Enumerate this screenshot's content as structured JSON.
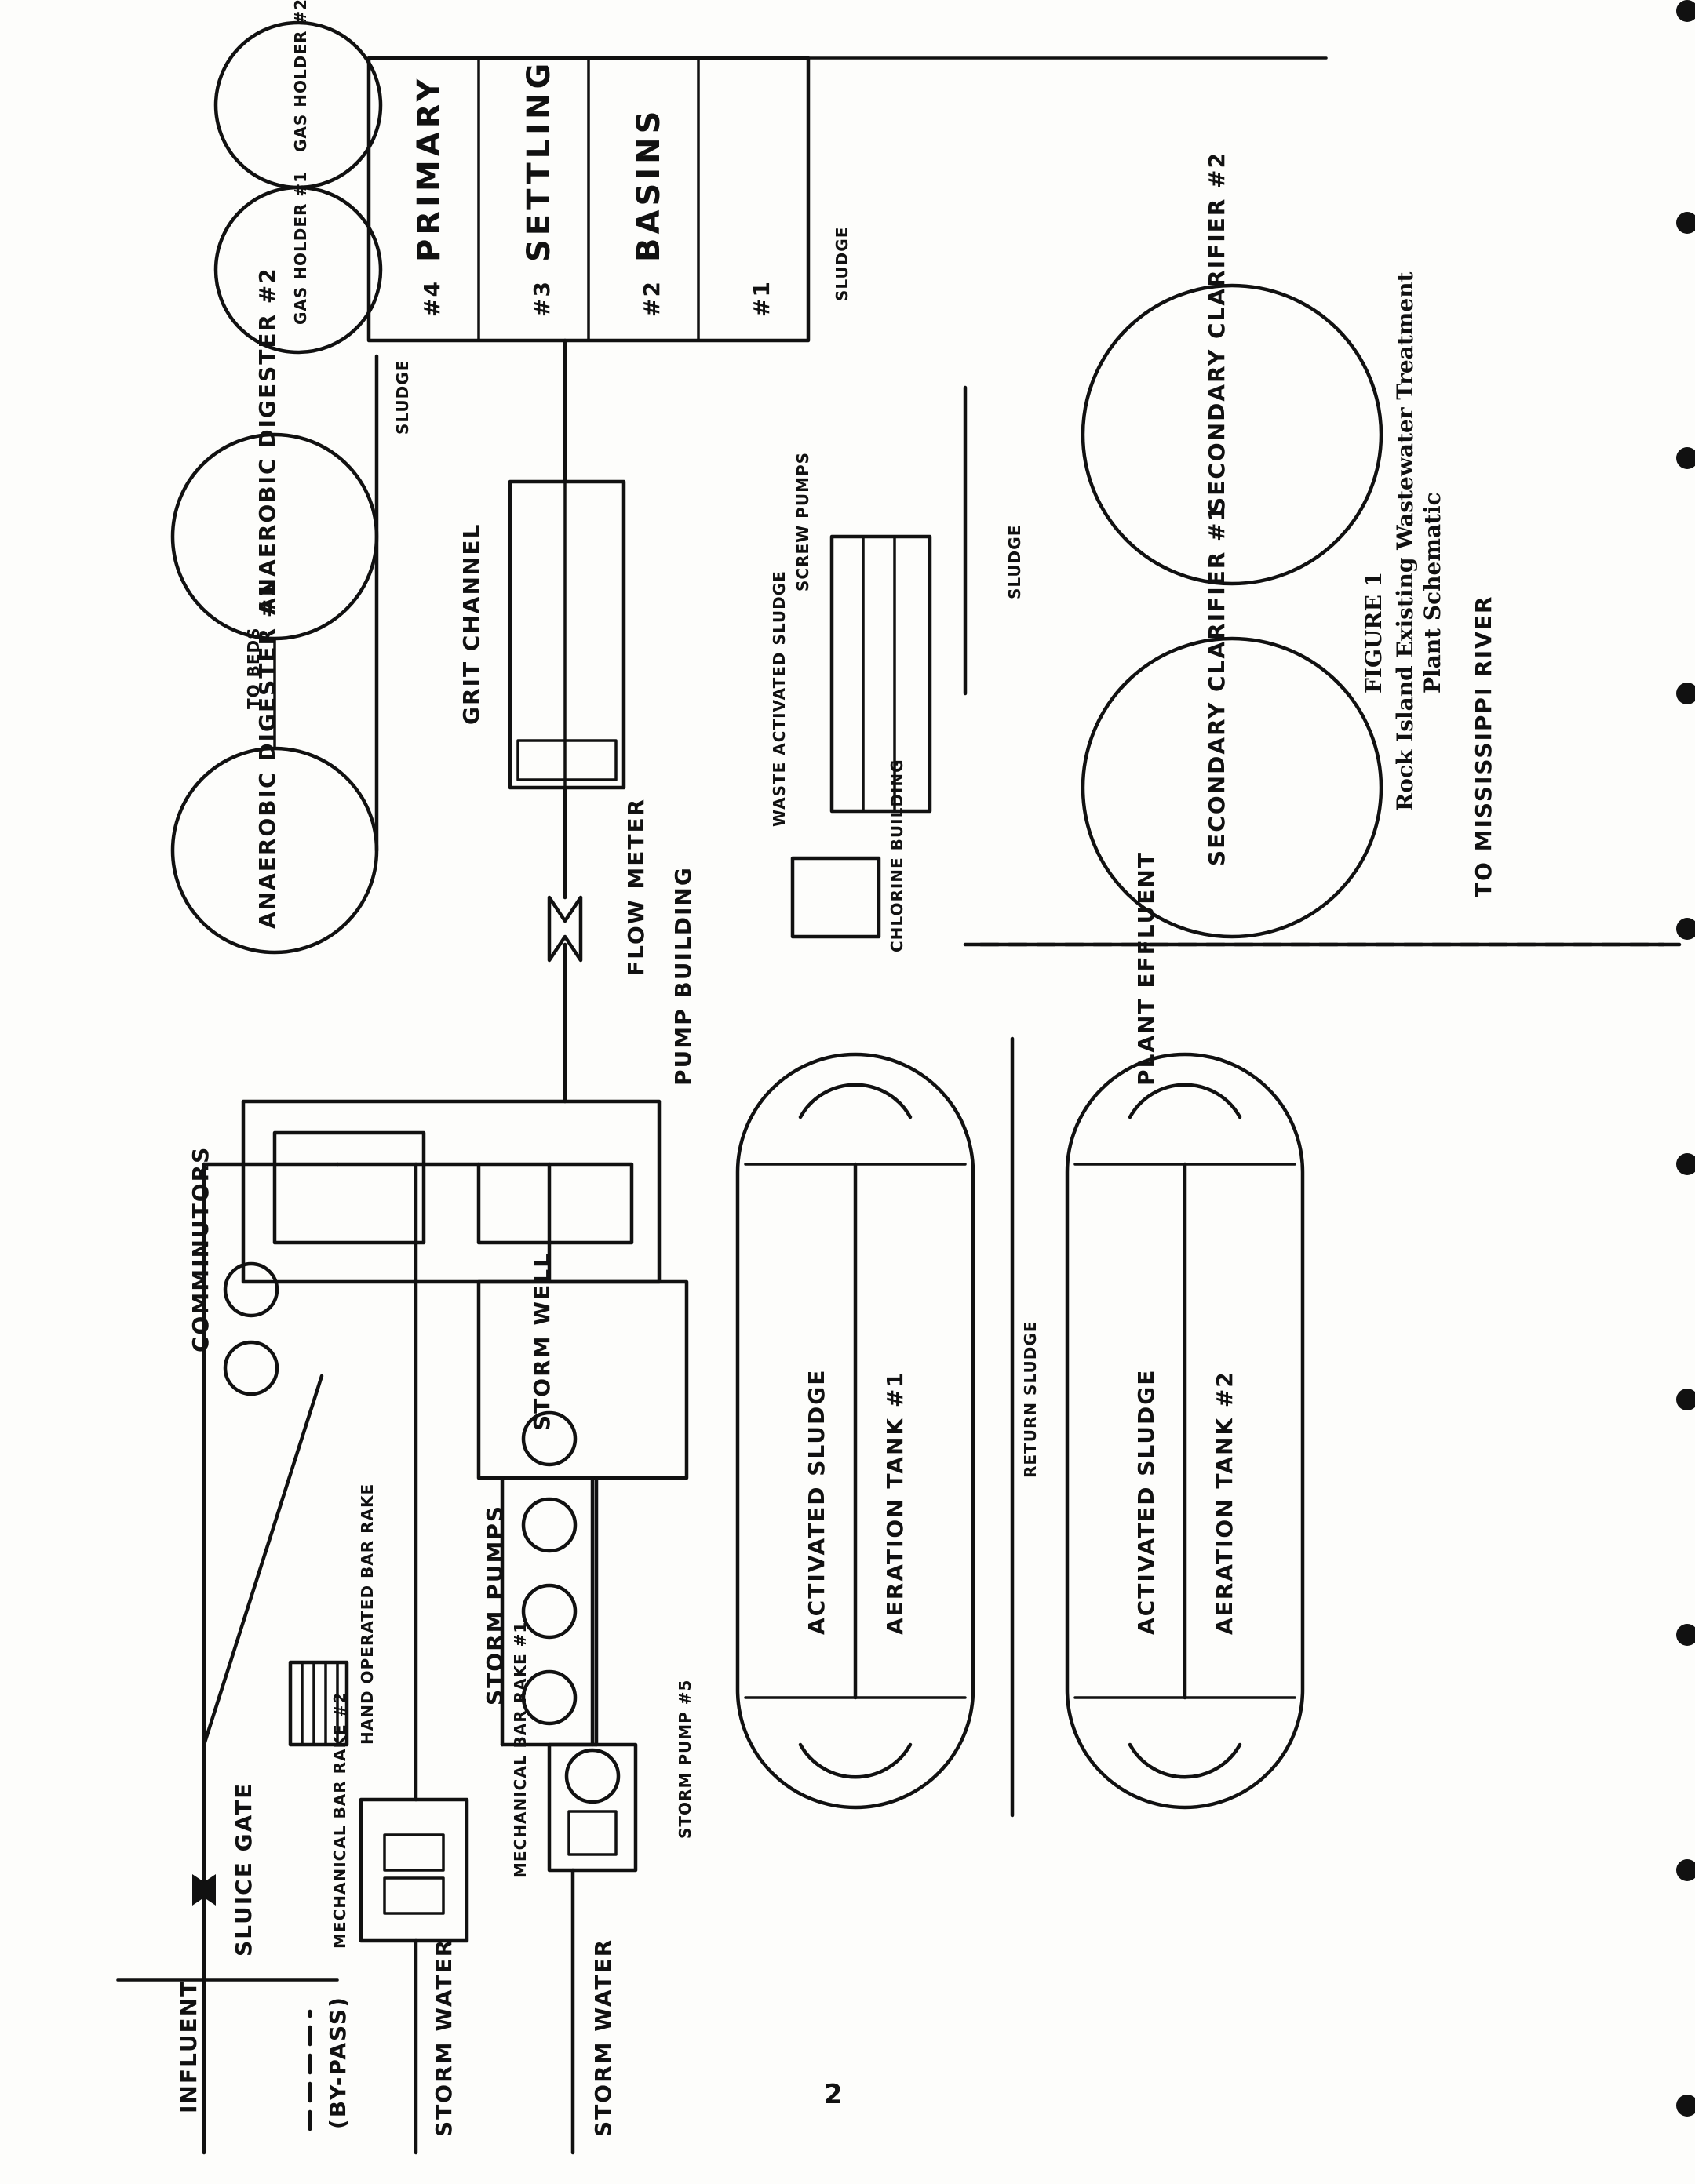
{
  "figure": {
    "number": "FIGURE 1",
    "caption_line1": "Rock Island Existing Wastewater Treatment",
    "caption_line2": "Plant Schematic"
  },
  "page_number": "2",
  "labels": {
    "influent": "INFLUENT",
    "bypass": "(BY-PASS)",
    "sluice_gate": "SLUICE GATE",
    "storm_water_1": "STORM WATER",
    "storm_water_2": "STORM WATER",
    "mech_bar_rake_2": "MECHANICAL BAR RAKE #2",
    "mech_bar_rake_1": "MECHANICAL BAR RAKE #1",
    "storm_pump_5": "STORM PUMP #5",
    "hand_bar_rake": "HAND OPERATED BAR RAKE",
    "comminutors": "COMMINUTORS",
    "storm_pumps": "STORM PUMPS",
    "storm_well": "STORM WELL",
    "pump_building": "PUMP BUILDING",
    "flow_meter": "FLOW METER",
    "grit_channel": "GRIT CHANNEL",
    "digester_1": "ANAEROBIC DIGESTER #1",
    "digester_2": "ANAEROBIC DIGESTER #2",
    "to_beds": "TO BEDS",
    "sludge_1": "SLUDGE",
    "sludge_2": "SLUDGE",
    "sludge_3": "SLUDGE",
    "gas_holder_1": "GAS HOLDER #1",
    "gas_holder_2": "GAS HOLDER #2",
    "primary": "PRIMARY",
    "settling": "SETTLING",
    "basins": "BASINS",
    "basin_4": "#4",
    "basin_3": "#3",
    "basin_2": "#2",
    "basin_1": "#1",
    "chlorine_building": "CHLORINE BUILDING",
    "waste_activated_sludge": "WASTE ACTIVATED SLUDGE",
    "screw_pumps": "SCREW PUMPS",
    "secondary_clarifier_1": "SECONDARY CLARIFIER #1",
    "secondary_clarifier_2": "SECONDARY CLARIFIER #2",
    "plant_effluent": "PLANT EFFLUENT",
    "to_river": "TO MISSISSIPPI RIVER",
    "return_sludge": "RETURN SLUDGE",
    "activated_sludge_1": "ACTIVATED SLUDGE",
    "aeration_tank_1": "AERATION TANK #1",
    "activated_sludge_2": "ACTIVATED SLUDGE",
    "aeration_tank_2": "AERATION TANK #2"
  }
}
